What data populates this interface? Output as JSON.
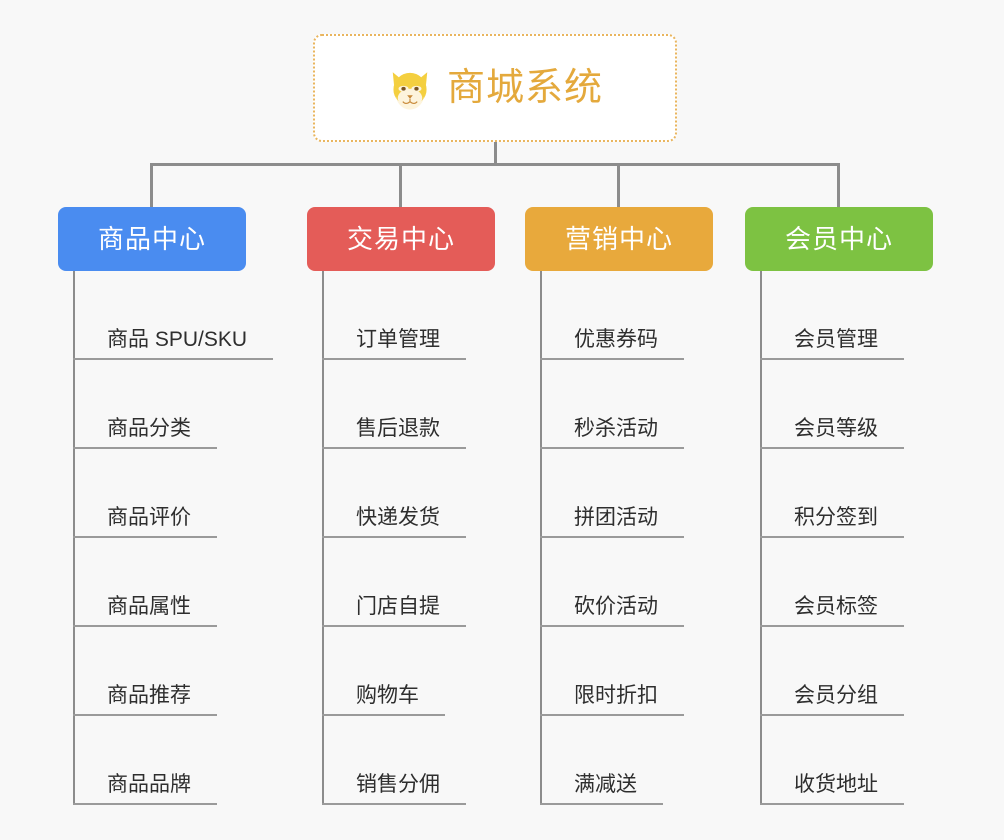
{
  "page": {
    "background_color": "#f8f8f8",
    "connector_color": "#8c8c8c",
    "leaf_text_color": "#2e2e2e",
    "leaf_rule_color": "#9a9a9a"
  },
  "root": {
    "title": "商城系统",
    "icon": "shiba-dog-face-icon",
    "text_color": "#e4a93c",
    "border_color": "#e9b55e",
    "background_color": "#ffffff"
  },
  "columns": [
    {
      "header": "商品中心",
      "color": "#4a8cf0",
      "items": [
        "商品 SPU/SKU",
        "商品分类",
        "商品评价",
        "商品属性",
        "商品推荐",
        "商品品牌"
      ]
    },
    {
      "header": "交易中心",
      "color": "#e45c58",
      "items": [
        "订单管理",
        "售后退款",
        "快递发货",
        "门店自提",
        "购物车",
        "销售分佣"
      ]
    },
    {
      "header": "营销中心",
      "color": "#e8a93c",
      "items": [
        "优惠券码",
        "秒杀活动",
        "拼团活动",
        "砍价活动",
        "限时折扣",
        "满减送"
      ]
    },
    {
      "header": "会员中心",
      "color": "#7dc242",
      "items": [
        "会员管理",
        "会员等级",
        "积分签到",
        "会员标签",
        "会员分组",
        "收货地址"
      ]
    }
  ]
}
